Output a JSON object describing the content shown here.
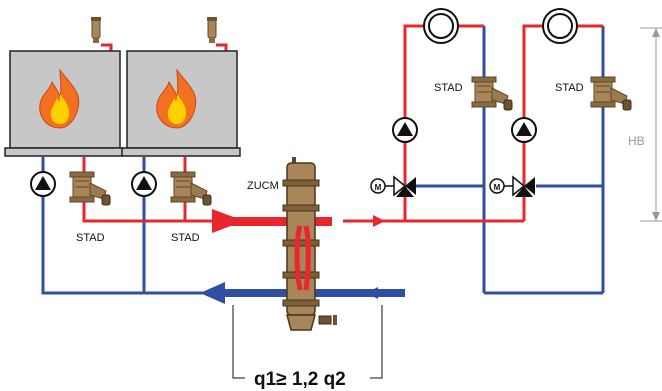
{
  "labels": {
    "stad_boiler_1": "STAD",
    "stad_boiler_2": "STAD",
    "zucm": "ZUCM",
    "stad_circuit_1": "STAD",
    "stad_circuit_2": "STAD",
    "hb": "HB",
    "flow_ratio": "q1≥ 1,2 q2"
  },
  "colors": {
    "supply": "#e8262b",
    "return": "#2e4fa3",
    "boiler_casing": "#c7c7c7",
    "valve_body": "#a9865a",
    "flame_outer": "#f37021",
    "flame_inner": "#fdd000",
    "dimension": "#999999"
  },
  "icons": [
    "boiler-icon",
    "flame-icon",
    "pump-icon",
    "balancing-valve-icon",
    "separator-icon",
    "three-way-valve-icon",
    "motor-actuator-icon",
    "heat-emitter-icon",
    "air-vent-icon"
  ]
}
